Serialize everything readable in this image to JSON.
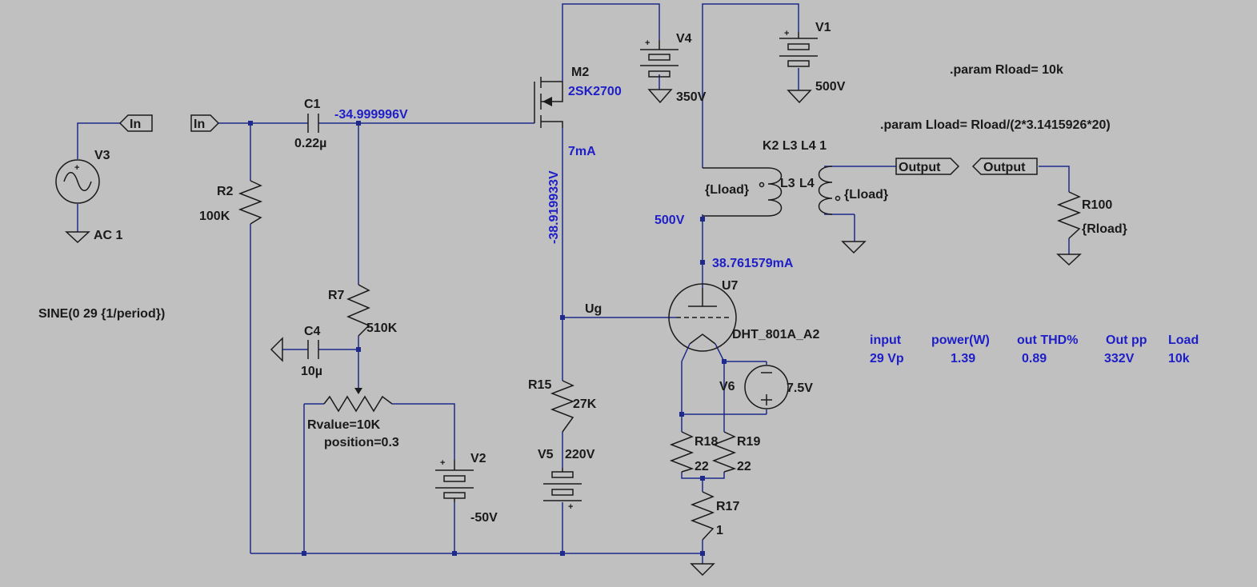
{
  "app": {
    "name": "LTspice schematic"
  },
  "colors": {
    "background": "#c0c0c0",
    "wire": "#1e2a8c",
    "component": "#1a1a1a",
    "annotation": "#1e1ec8"
  },
  "labels": {
    "in": "In",
    "output": "Output",
    "ug": "Ug"
  },
  "components": {
    "v3": {
      "ref": "V3",
      "value": "AC 1",
      "source": "SINE(0 29 {1/period})"
    },
    "c1": {
      "ref": "C1",
      "value": "0.22µ"
    },
    "r2": {
      "ref": "R2",
      "value": "100K"
    },
    "r7": {
      "ref": "R7",
      "value": "510K"
    },
    "c4": {
      "ref": "C4",
      "value": "10µ"
    },
    "pot": {
      "value": "Rvalue=10K",
      "position": "position=0.3"
    },
    "v2": {
      "ref": "V2",
      "value": "-50V"
    },
    "m2": {
      "ref": "M2",
      "model": "2SK2700"
    },
    "v4": {
      "ref": "V4",
      "value": "350V"
    },
    "v1": {
      "ref": "V1",
      "value": "500V"
    },
    "r15": {
      "ref": "R15",
      "value": "27K"
    },
    "v5": {
      "ref": "V5",
      "value": "220V"
    },
    "u7": {
      "ref": "U7",
      "model": "DHT_801A_A2"
    },
    "v6": {
      "ref": "V6",
      "value": "7.5V"
    },
    "r18": {
      "ref": "R18",
      "value": "22"
    },
    "r19": {
      "ref": "R19",
      "value": "22"
    },
    "r17": {
      "ref": "R17",
      "value": "1"
    },
    "l3": {
      "ref": "L3",
      "value": "{Lload}"
    },
    "l4": {
      "ref": "L4",
      "value": "{Lload}"
    },
    "k2": {
      "text": "K2 L3 L4 1"
    },
    "r100": {
      "ref": "R100",
      "value": "{Rload}"
    }
  },
  "directives": {
    "rload": ".param Rload= 10k",
    "lload": ".param Lload= Rload/(2*3.1415926*20)"
  },
  "annotations": {
    "gate_voltage": "-34.999996V",
    "source_voltage": "-38.919933V",
    "mosfet_current": "7mA",
    "plate_voltage": "500V",
    "plate_current": "38.761579mA"
  },
  "results": {
    "headers": [
      "input",
      "power(W)",
      "out THD%",
      "Out pp",
      "Load"
    ],
    "values": [
      "29 Vp",
      "1.39",
      "0.89",
      "332V",
      "10k"
    ]
  }
}
